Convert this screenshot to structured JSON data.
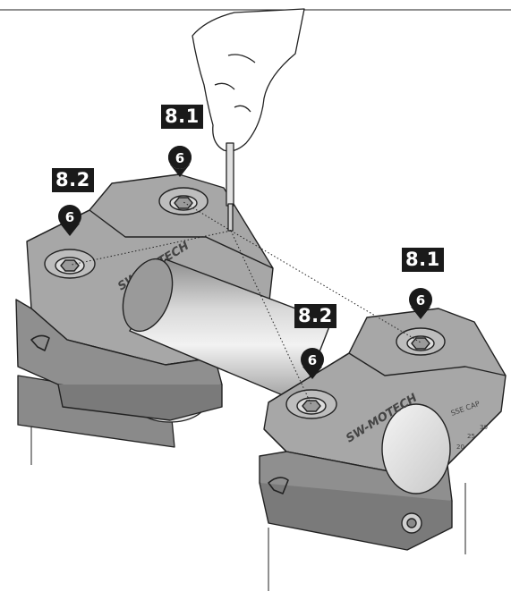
{
  "steps": {
    "step_81_top": "8.1",
    "step_82_left": "8.2",
    "step_81_right": "8.1",
    "step_82_center": "8.2"
  },
  "torque_markers": [
    "6",
    "6",
    "6",
    "6"
  ],
  "brand": {
    "name": "SW-MOTECH"
  },
  "scale": {
    "label": "SSE CAP",
    "ticks": [
      "20",
      "25",
      "30"
    ]
  },
  "colors": {
    "clamp_fill": "#a7a7a7",
    "clamp_dark": "#6f6f6f",
    "label_bg": "#1a1a1a",
    "outline": "#222222"
  }
}
